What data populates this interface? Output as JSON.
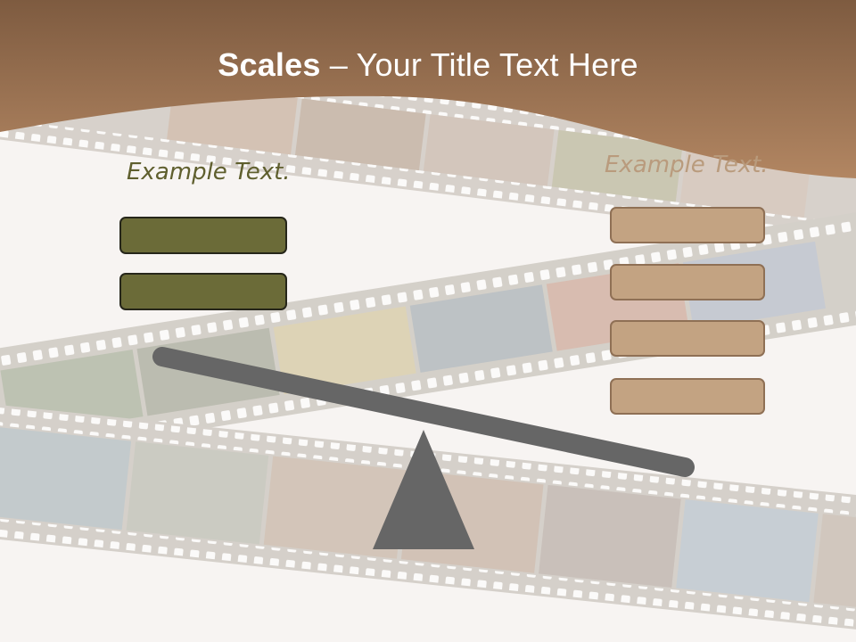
{
  "title": {
    "bold": "Scales",
    "rest": " – Your Title Text Here"
  },
  "left": {
    "label": "Example Text.",
    "boxes": 2
  },
  "right": {
    "label": "Example Text.",
    "boxes": 4
  },
  "colors": {
    "header": "#8a6446",
    "left_label": "#5f5f2e",
    "right_label": "#b99b7d",
    "left_box": "#6b6b38",
    "right_box": "#c3a382",
    "scale": "#666666"
  }
}
